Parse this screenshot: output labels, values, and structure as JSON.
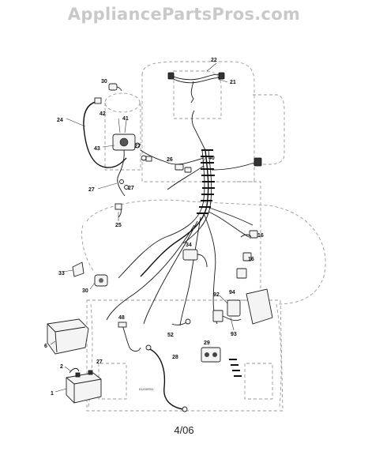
{
  "header": {
    "site": "AppliancePartsPros.com"
  },
  "diagram": {
    "callouts": [
      "22",
      "21",
      "30",
      "42",
      "41",
      "24",
      "43",
      "27",
      "26",
      "40",
      "27",
      "27",
      "25",
      "34",
      "16",
      "16",
      "33",
      "30",
      "92",
      "94",
      "93",
      "48",
      "52",
      "28",
      "29",
      "6",
      "1",
      "2",
      "27"
    ],
    "drawing_code": "01/03/R01"
  },
  "footer": {
    "date": "4/06"
  }
}
